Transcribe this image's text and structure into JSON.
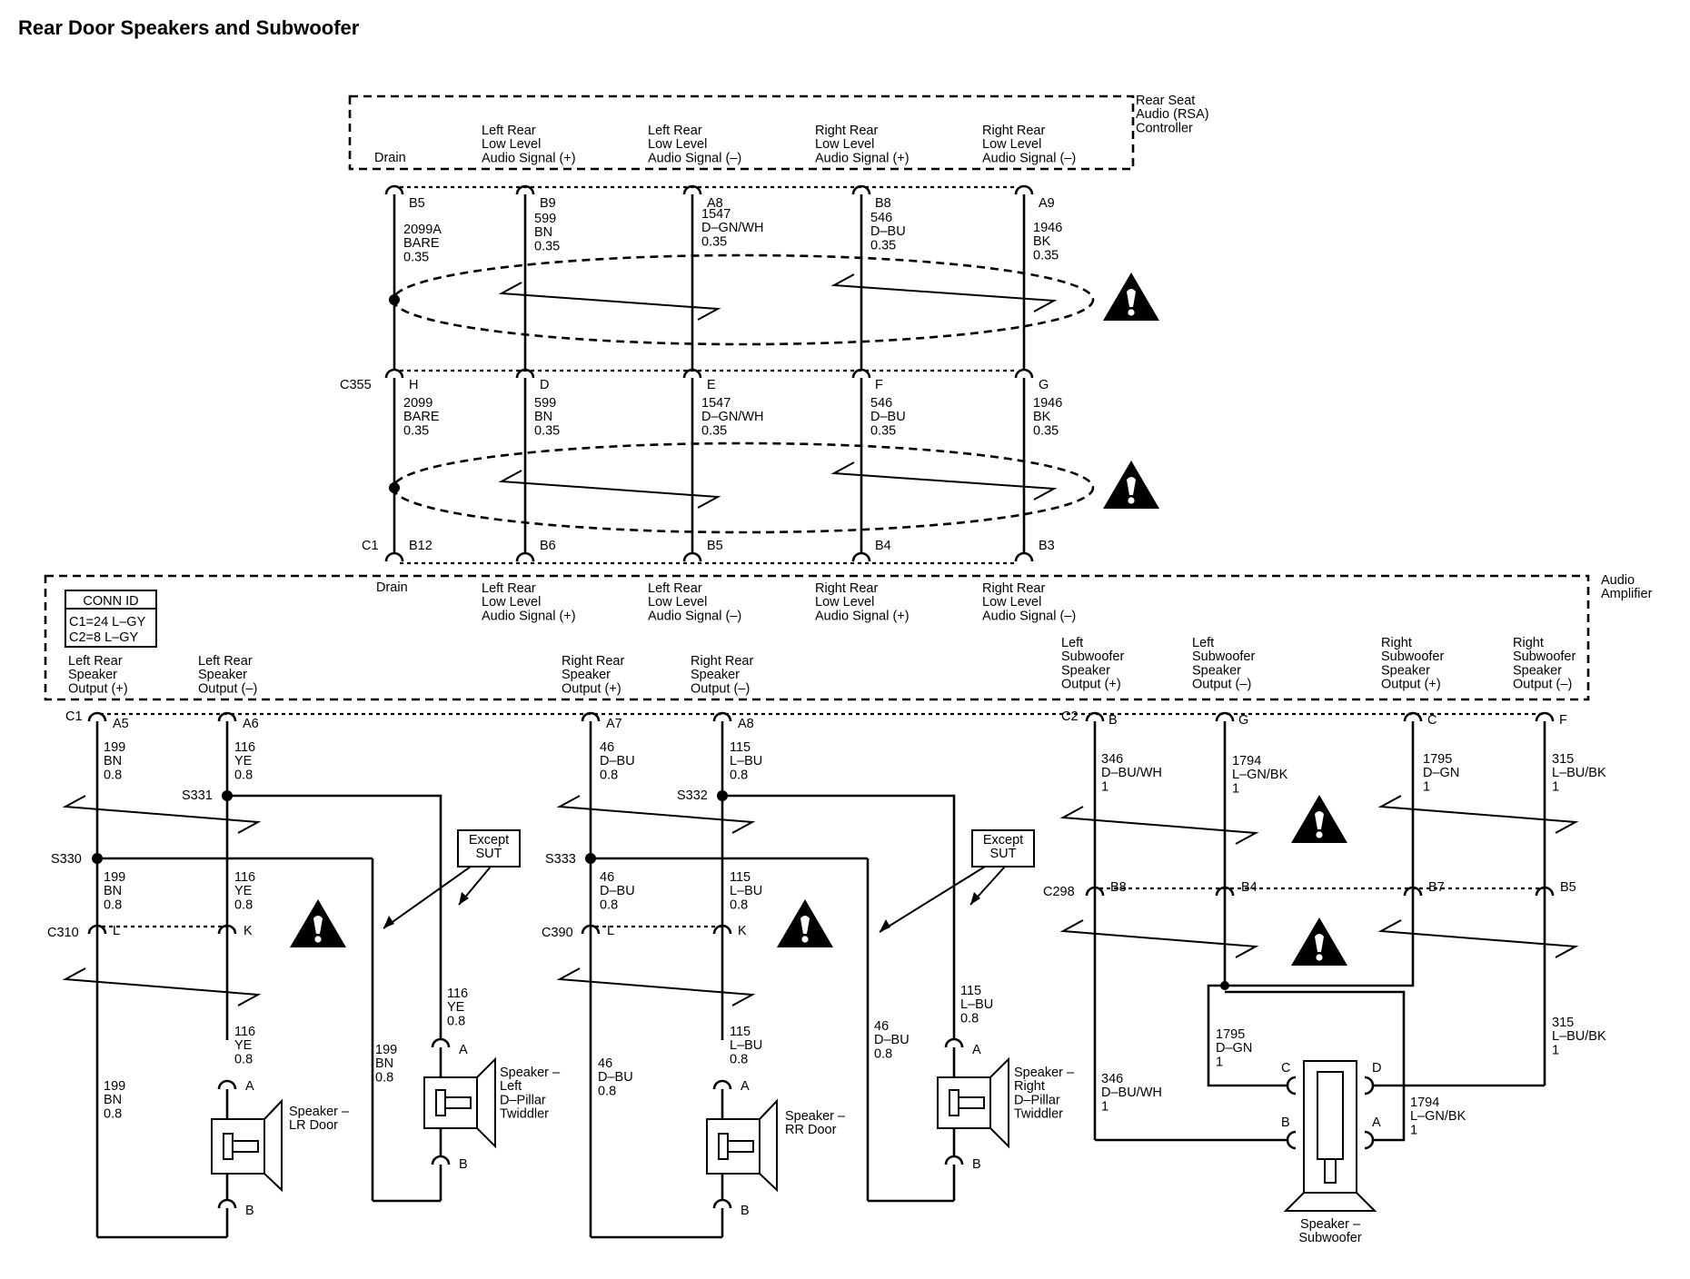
{
  "title": "Rear Door Speakers and Subwoofer",
  "rsa": {
    "name": "Rear Seat\nAudio (RSA)\nController",
    "drain": "Drain",
    "signals": [
      "Left Rear\nLow Level\nAudio Signal (+)",
      "Left Rear\nLow Level\nAudio Signal (–)",
      "Right Rear\nLow Level\nAudio Signal (+)",
      "Right Rear\nLow Level\nAudio Signal (–)"
    ],
    "pins": [
      "B5",
      "B9",
      "A8",
      "B8",
      "A9"
    ]
  },
  "upper_wires": [
    "2099A\nBARE\n0.35",
    "599\nBN\n0.35",
    "1547\nD–GN/WH\n0.35",
    "546\nD–BU\n0.35",
    "1946\nBK\n0.35"
  ],
  "inline_c355": {
    "connector": "C355",
    "pins": [
      "H",
      "D",
      "E",
      "F",
      "G"
    ],
    "wires": [
      "2099\nBARE\n0.35",
      "599\nBN\n0.35",
      "1547\nD–GN/WH\n0.35",
      "546\nD–BU\n0.35",
      "1946\nBK\n0.35"
    ]
  },
  "amplifier": {
    "name": "Audio\nAmplifier",
    "c1": "C1",
    "in_pins": [
      "B12",
      "B6",
      "B5",
      "B4",
      "B3"
    ],
    "drain": "Drain",
    "in_signals": [
      "Left Rear\nLow Level\nAudio Signal (+)",
      "Left Rear\nLow Level\nAudio Signal (–)",
      "Right Rear\nLow Level\nAudio Signal (+)",
      "Right Rear\nLow Level\nAudio Signal (–)"
    ],
    "conn_id": {
      "title": "CONN ID",
      "lines": [
        "C1=24 L–GY",
        "C2=8 L–GY"
      ]
    },
    "outputs": [
      "Left Rear\nSpeaker\nOutput (+)",
      "Left Rear\nSpeaker\nOutput (–)",
      "Right Rear\nSpeaker\nOutput (+)",
      "Right Rear\nSpeaker\nOutput (–)"
    ],
    "sub_outputs": [
      "Left\nSubwoofer\nSpeaker\nOutput (+)",
      "Left\nSubwoofer\nSpeaker\nOutput (–)",
      "Right\nSubwoofer\nSpeaker\nOutput (+)",
      "Right\nSubwoofer\nSpeaker\nOutput (–)"
    ],
    "c2": "C2",
    "c1_out": "C1",
    "out_pins": [
      "A5",
      "A6",
      "A7",
      "A8"
    ],
    "sub_pins": [
      "B",
      "G",
      "C",
      "F"
    ]
  },
  "left_circuit": {
    "top_wires": [
      "199\nBN\n0.8",
      "116\nYE\n0.8"
    ],
    "splice_s331": "S331",
    "splice_s330": "S330",
    "mid_wires": [
      "199\nBN\n0.8",
      "116\nYE\n0.8"
    ],
    "connector": "C310",
    "pins": [
      "L",
      "K"
    ],
    "bottom_wire": "199\nBN\n0.8",
    "door_wire": "116\nYE\n0.8",
    "tweeter_neg_wire": "199\nBN\n0.8",
    "tweeter_pos_wire": "116\nYE\n0.8",
    "except": "Except\nSUT",
    "door_speaker": "Speaker –\nLR Door",
    "tweeter": "Speaker –\nLeft\nD–Pillar\nTwiddler",
    "spk_pins": [
      "A",
      "B"
    ]
  },
  "right_circuit": {
    "top_wires": [
      "46\nD–BU\n0.8",
      "115\nL–BU\n0.8"
    ],
    "splice_s332": "S332",
    "splice_s333": "S333",
    "mid_wires": [
      "46\nD–BU\n0.8",
      "115\nL–BU\n0.8"
    ],
    "connector": "C390",
    "pins": [
      "L",
      "K"
    ],
    "bottom_wire": "46\nD–BU\n0.8",
    "door_wire": "115\nL–BU\n0.8",
    "tweeter_neg_wire": "46\nD–BU\n0.8",
    "tweeter_pos_wire": "115\nL–BU\n0.8",
    "except": "Except\nSUT",
    "door_speaker": "Speaker –\nRR Door",
    "tweeter": "Speaker –\nRight\nD–Pillar\nTwiddler",
    "spk_pins": [
      "A",
      "B"
    ]
  },
  "subwoofer": {
    "wires": [
      "346\nD–BU/WH\n1",
      "1794\nL–GN/BK\n1",
      "1795\nD–GN\n1",
      "315\nL–BU/BK\n1"
    ],
    "connector": "C298",
    "pins": [
      "B8",
      "B4",
      "B7",
      "B5"
    ],
    "lower_wires": [
      "346\nD–BU/WH\n1",
      "1795\nD–GN\n1",
      "1794\nL–GN/BK\n1",
      "315\nL–BU/BK\n1"
    ],
    "sub_pins": [
      "C",
      "D",
      "B",
      "A"
    ],
    "speaker": "Speaker –\nSubwoofer"
  }
}
